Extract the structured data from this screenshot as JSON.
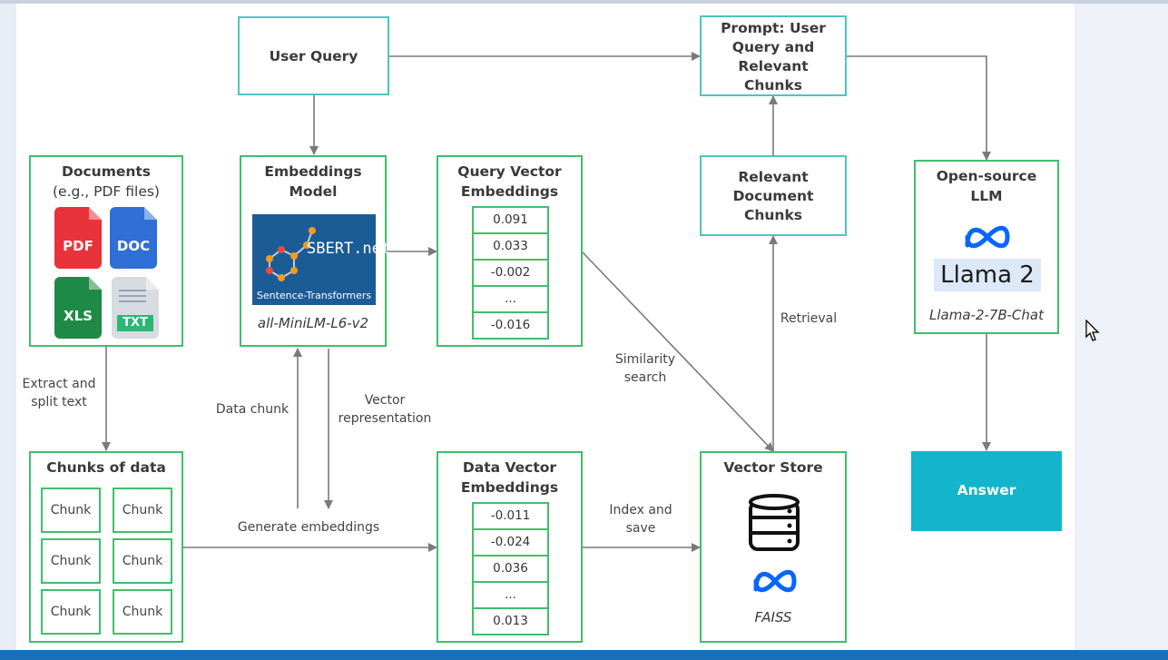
{
  "user_query": "User Query",
  "prompt": [
    "Prompt: User",
    "Query and",
    "Relevant",
    "Chunks"
  ],
  "documents": {
    "title": "Documents",
    "subtitle": "(e.g., PDF files)",
    "icons": [
      {
        "label": "PDF",
        "color": "#e8333a"
      },
      {
        "label": "DOC",
        "color": "#2f6fd6"
      },
      {
        "label": "XLS",
        "color": "#1f8a46"
      },
      {
        "label": "TXT",
        "color": "#d7dbe2"
      }
    ]
  },
  "embeddings_model": {
    "title": [
      "Embeddings",
      "Model"
    ],
    "logo_text": "SBERT.net",
    "logo_caption": "Sentence-Transformers",
    "model_name": "all-MiniLM-L6-v2"
  },
  "query_vector": {
    "title": [
      "Query Vector",
      "Embeddings"
    ],
    "values": [
      "0.091",
      "0.033",
      "-0.002",
      "...",
      "-0.016"
    ]
  },
  "relevant_chunks": [
    "Relevant",
    "Document",
    "Chunks"
  ],
  "llm": {
    "title": [
      "Open-source",
      "LLM"
    ],
    "badge": "Llama 2",
    "model_name": "Llama-2-7B-Chat"
  },
  "chunks_box": {
    "title": "Chunks of data",
    "chunks": [
      "Chunk",
      "Chunk",
      "Chunk",
      "Chunk",
      "Chunk",
      "Chunk"
    ]
  },
  "data_vector": {
    "title": [
      "Data Vector",
      "Embeddings"
    ],
    "values": [
      "-0.011",
      "-0.024",
      "0.036",
      "...",
      "0.013"
    ]
  },
  "vector_store": {
    "title": "Vector Store",
    "caption": "FAISS"
  },
  "answer": "Answer",
  "labels": {
    "extract": [
      "Extract and",
      "split text"
    ],
    "data_chunk": "Data chunk",
    "vector_rep": [
      "Vector",
      "representation"
    ],
    "generate": "Generate embeddings",
    "similarity": [
      "Similarity",
      "search"
    ],
    "retrieval": "Retrieval",
    "index": [
      "Index and",
      "save"
    ]
  },
  "colors": {
    "teal_border": "#4bc5c0",
    "green_border": "#3fbf6b",
    "answer_fill": "#12b5cb",
    "arrow": "#7a7a7a"
  }
}
